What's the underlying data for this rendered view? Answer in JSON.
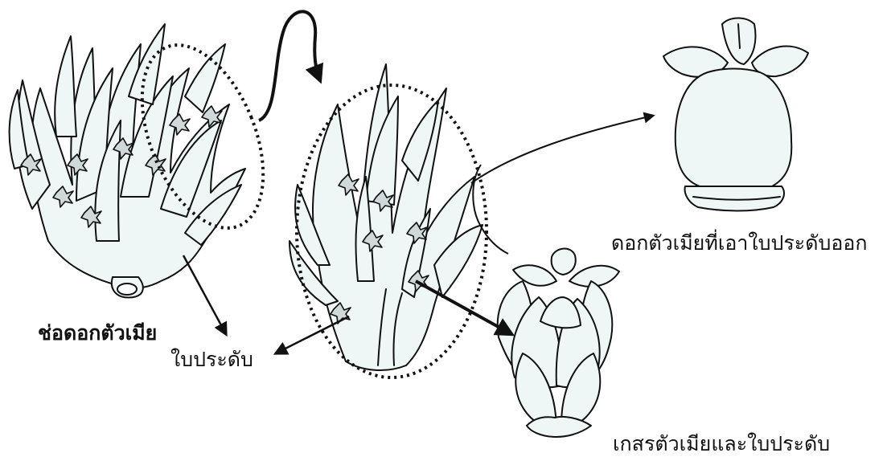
{
  "labels": {
    "inflorescence": "ช่อดอกตัวเมีย",
    "bract": "ใบประดับ",
    "female_flower_no_bract": "ดอกตัวเมียที่เอาใบประดับออก",
    "pistil_and_bract": "เกสรตัวเมียและใบประดับ"
  },
  "colors": {
    "ink": "#111111",
    "fill": "#eef6f6",
    "background": "#ffffff"
  }
}
